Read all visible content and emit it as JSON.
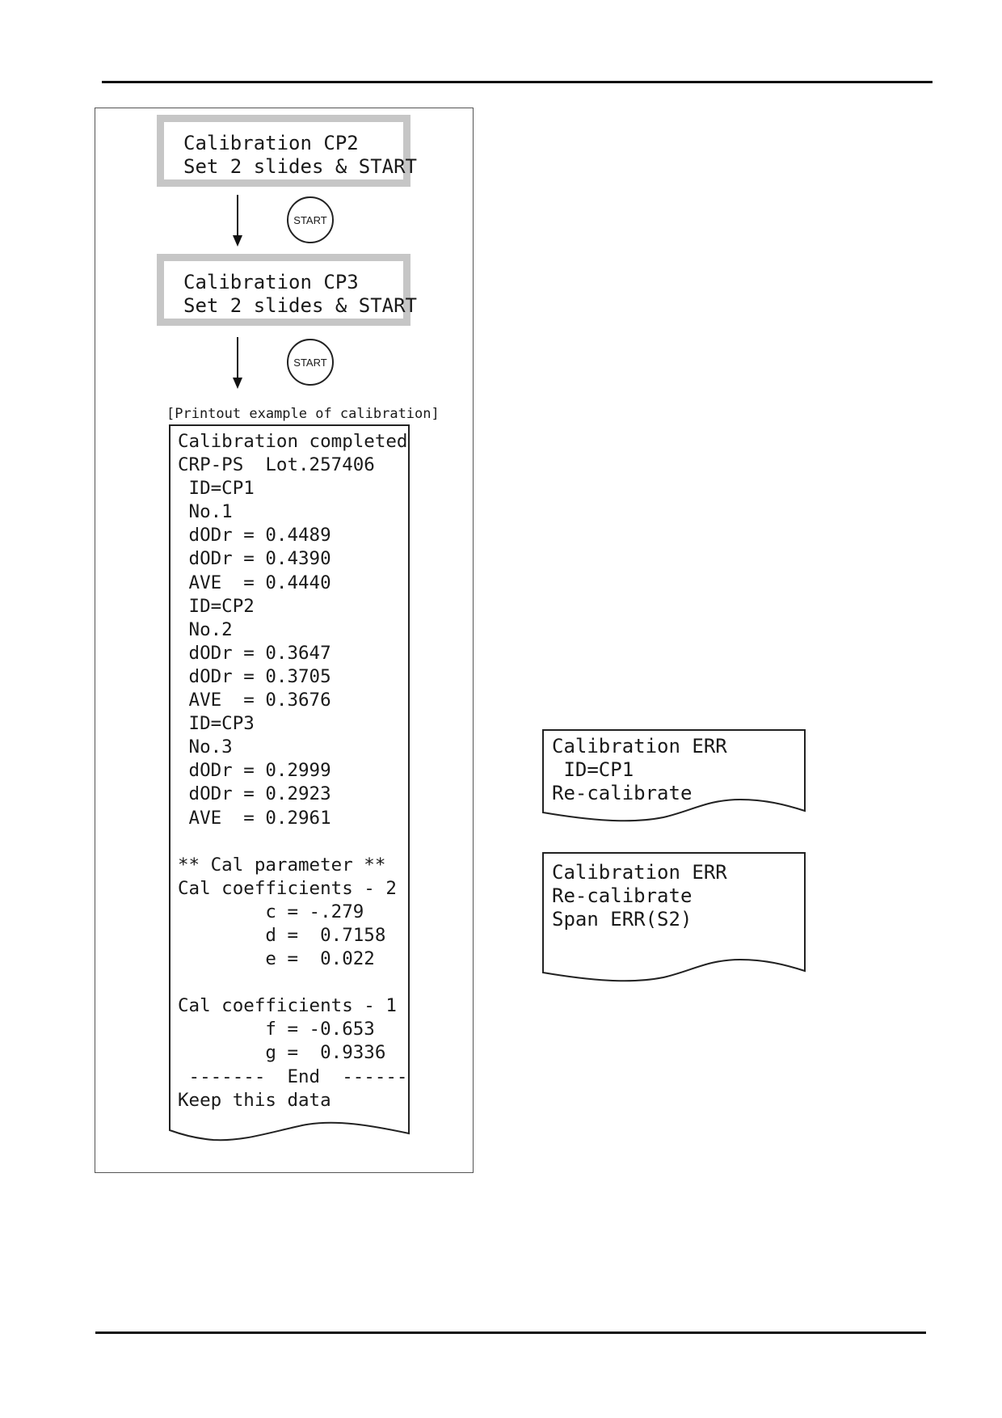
{
  "screen_cp2": {
    "line1": "Calibration CP2",
    "line2": "Set 2 slides & START"
  },
  "screen_cp3": {
    "line1": "Calibration CP3",
    "line2": "Set 2 slides & START"
  },
  "start_button_label": "START",
  "printout_caption": "[Printout example of calibration]",
  "printout_lines": [
    "Calibration completed",
    "CRP-PS  Lot.257406",
    " ID=CP1",
    " No.1",
    " dODr = 0.4489",
    " dODr = 0.4390",
    " AVE  = 0.4440",
    " ID=CP2",
    " No.2",
    " dODr = 0.3647",
    " dODr = 0.3705",
    " AVE  = 0.3676",
    " ID=CP3",
    " No.3",
    " dODr = 0.2999",
    " dODr = 0.2923",
    " AVE  = 0.2961",
    "",
    "** Cal parameter **",
    "Cal coefficients - 2",
    "        c = -.279",
    "        d =  0.7158",
    "        e =  0.022",
    "",
    "Cal coefficients - 1",
    "        f = -0.653",
    "        g =  0.9336",
    " -------  End  ------",
    "Keep this data"
  ],
  "error_printout_1": [
    "Calibration ERR",
    " ID=CP1",
    "Re-calibrate"
  ],
  "error_printout_2": [
    "Calibration ERR",
    "Re-calibrate",
    "Span ERR(S2)"
  ]
}
